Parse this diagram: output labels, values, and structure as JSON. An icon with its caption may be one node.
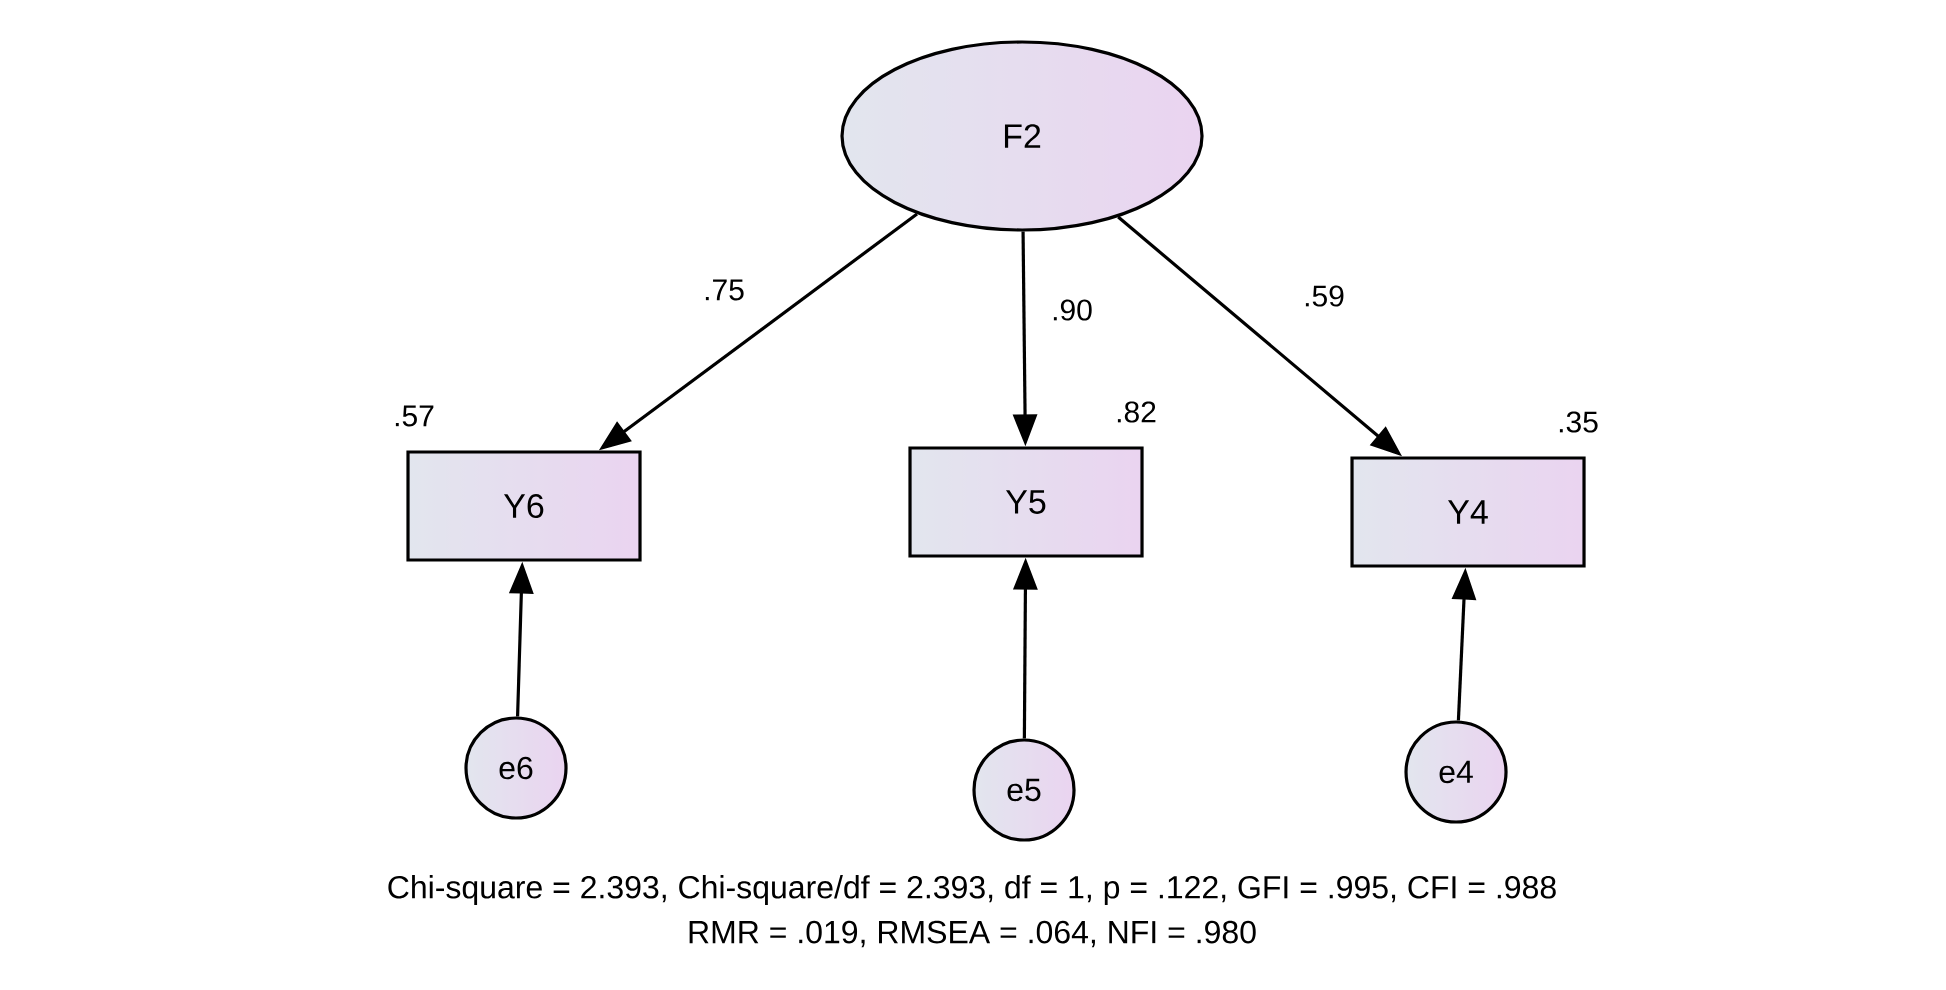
{
  "diagram": {
    "nodes": [
      {
        "text": [
          "F2"
        ]
      },
      {
        "text": [
          "Y6"
        ],
        "beside": [
          ".57"
        ]
      },
      {
        "text": [
          "Y5"
        ],
        "beside": [
          ".82"
        ]
      },
      {
        "text": [
          "Y4"
        ],
        "beside": [
          ".35"
        ]
      },
      {
        "text": [
          "e6"
        ]
      },
      {
        "text": [
          "e5"
        ]
      },
      {
        "text": [
          "e4"
        ]
      }
    ],
    "edges": [
      {
        "from": 0,
        "to": 1,
        "arrow": "to",
        "label": ".75"
      },
      {
        "from": 0,
        "to": 2,
        "arrow": "to",
        "label": ".90"
      },
      {
        "from": 0,
        "to": 3,
        "arrow": "to",
        "label": ".59"
      },
      {
        "from": 4,
        "to": 1,
        "arrow": "to"
      },
      {
        "from": 5,
        "to": 2,
        "arrow": "to"
      },
      {
        "from": 6,
        "to": 3,
        "arrow": "to"
      }
    ],
    "labels": [
      "Chi-square = 2.393, Chi-square/df = 2.393, df = 1, p = .122, GFI = .995, CFI = .988",
      "RMR = .019, RMSEA = .064, NFI = .980"
    ]
  }
}
